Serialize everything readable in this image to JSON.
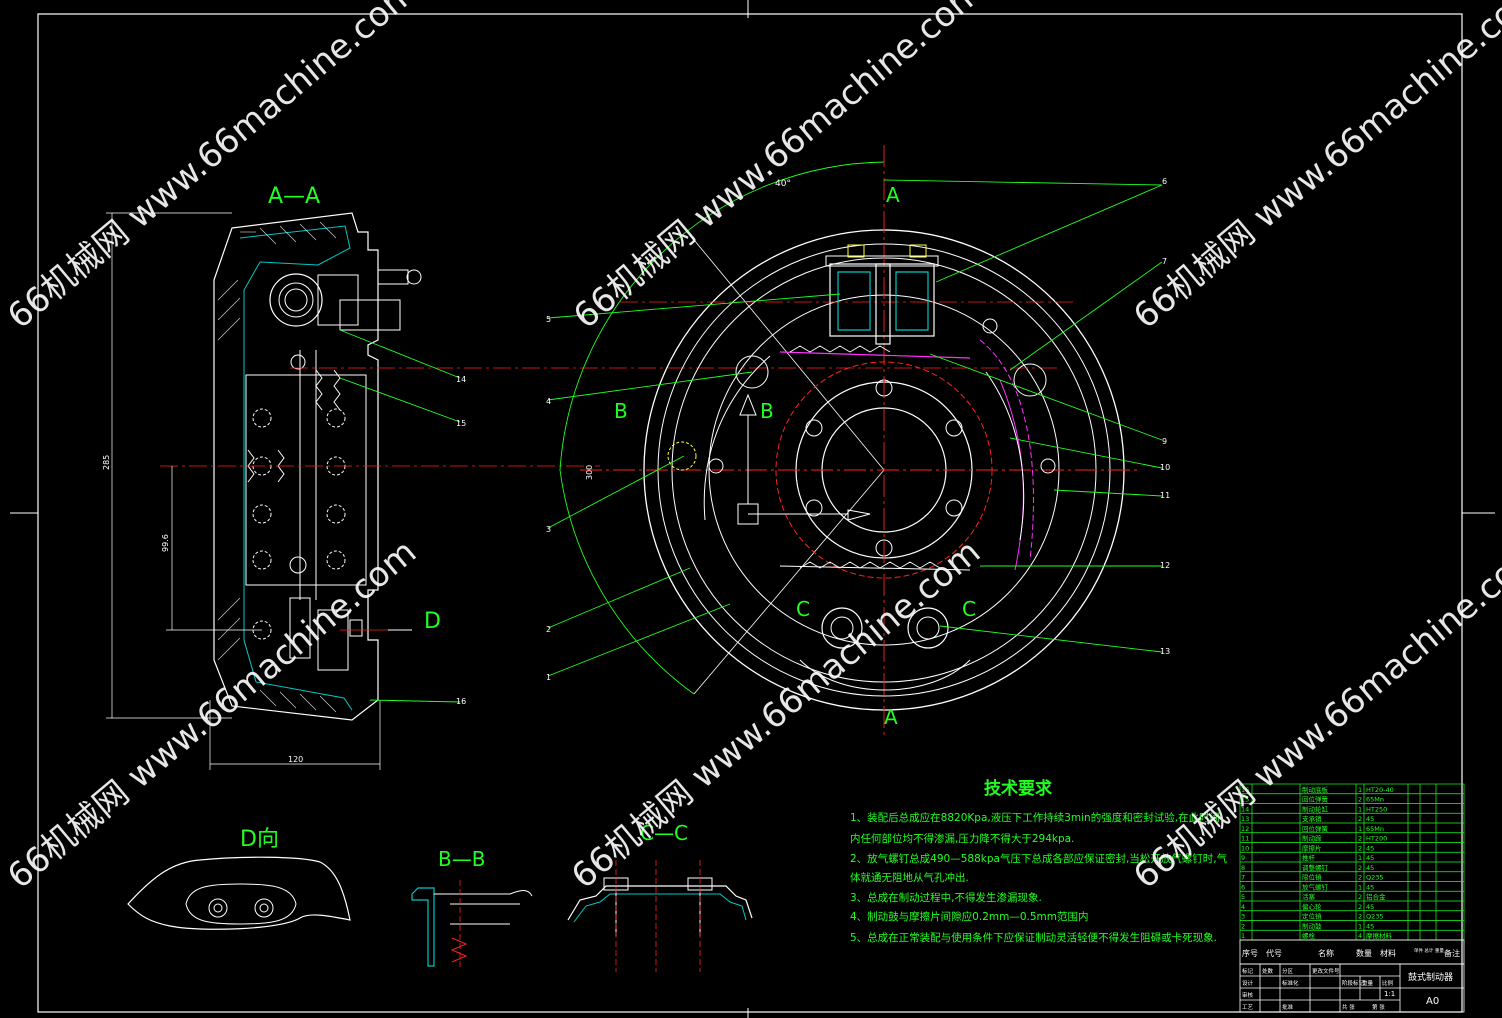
{
  "views": {
    "section_aa": "A—A",
    "section_bb": "B—B",
    "section_cc": "C—C",
    "view_d": "D向",
    "d_arrow": "D",
    "cut_a_top": "A",
    "cut_a_bottom": "A",
    "cut_b_left": "B",
    "cut_b_right": "B",
    "cut_c_left": "C",
    "cut_c_right": "C"
  },
  "dimensions": {
    "height_total": "285",
    "height_inner": "99.6",
    "width": "120",
    "angle": "40°",
    "radius": "300"
  },
  "leaders": [
    "1",
    "2",
    "3",
    "4",
    "5",
    "6",
    "7",
    "9",
    "10",
    "11",
    "12",
    "13",
    "14",
    "15",
    "16"
  ],
  "tech_requirements": {
    "title": "技术要求",
    "items": [
      "1、装配后总成应在8820Kpa,液压下工作持续3min的强度和密封试验,在此时间",
      "内任何部位均不得渗漏,压力降不得大于294kpa.",
      "2、放气螺钉总成490—588kpa气压下总成各部应保证密封,当松开放气螺钉时,气",
      "体就通无阻地从气孔冲出.",
      "3、总成在制动过程中,不得发生渗漏现象.",
      "4、制动鼓与摩擦片间隙应0.2mm—0.5mm范围内",
      "5、总成在正常装配与使用条件下应保证制动灵活轻便不得发生阻碍或卡死现象."
    ]
  },
  "bom": {
    "rows": [
      {
        "no": "16",
        "name": "制动底板",
        "qty": "1",
        "material": "HT20-40"
      },
      {
        "no": "15",
        "name": "回位弹簧",
        "qty": "2",
        "material": "65Mn"
      },
      {
        "no": "14",
        "name": "制动轮缸",
        "qty": "1",
        "material": "HT250"
      },
      {
        "no": "13",
        "name": "支承销",
        "qty": "2",
        "material": "45"
      },
      {
        "no": "12",
        "name": "回位弹簧",
        "qty": "1",
        "material": "65Mn"
      },
      {
        "no": "11",
        "name": "制动蹄",
        "qty": "2",
        "material": "HT200"
      },
      {
        "no": "10",
        "name": "摩擦片",
        "qty": "2",
        "material": "45"
      },
      {
        "no": "9",
        "name": "推杆",
        "qty": "1",
        "material": "45"
      },
      {
        "no": "8",
        "name": "调整螺钉",
        "qty": "2",
        "material": "45"
      },
      {
        "no": "7",
        "name": "限位销",
        "qty": "2",
        "material": "Q235"
      },
      {
        "no": "6",
        "name": "放气螺钉",
        "qty": "1",
        "material": "45"
      },
      {
        "no": "5",
        "name": "活塞",
        "qty": "2",
        "material": "铝合金"
      },
      {
        "no": "4",
        "name": "偏心轮",
        "qty": "2",
        "material": "45"
      },
      {
        "no": "3",
        "name": "定位销",
        "qty": "2",
        "material": "Q235"
      },
      {
        "no": "2",
        "name": "制动鼓",
        "qty": "1",
        "material": "45"
      },
      {
        "no": "1",
        "name": "螺栓",
        "qty": "4",
        "material": "摩擦材料"
      }
    ],
    "header": {
      "no": "序号",
      "code": "代号",
      "name": "名称",
      "qty": "数量",
      "material": "材料",
      "weight": "单件 总计 重量",
      "note": "备注"
    }
  },
  "title_block": {
    "drawing_title": "鼓式制动器",
    "sheet_size": "A0",
    "scale": "1:1",
    "labels": [
      "标记",
      "处数",
      "分区",
      "更改文件号",
      "签名",
      "年月日",
      "设计",
      "标准化",
      "阶段标记",
      "重量",
      "比例",
      "审核",
      "工艺",
      "批准",
      "共 张",
      "第 张"
    ]
  },
  "watermark": "66机械网 www.66machine.com",
  "colors": {
    "background": "#000000",
    "outline": "#ffffff",
    "centerline": "#ff2020",
    "dimension": "#20ff20",
    "hatch": "#00c8c8",
    "accent_magenta": "#ff30ff",
    "tech_text": "#00ff00",
    "yellow": "#ffff40"
  }
}
